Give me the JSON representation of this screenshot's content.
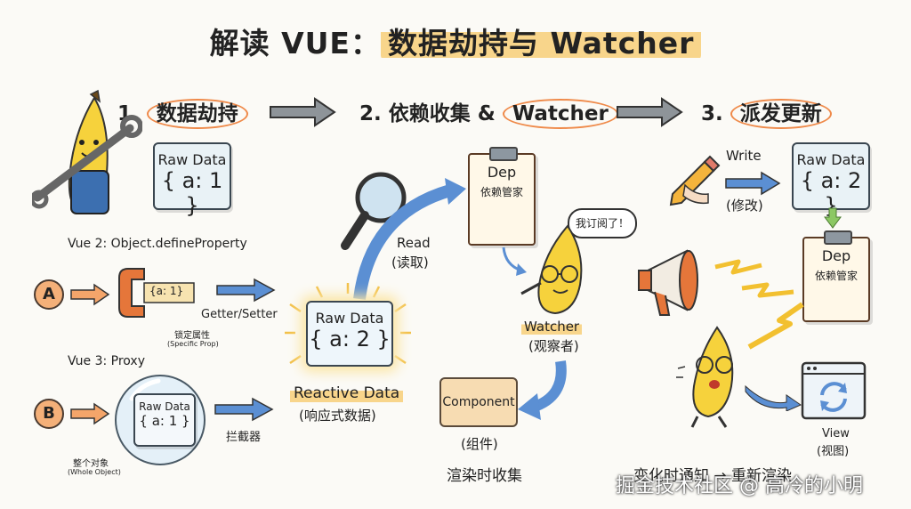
{
  "title": {
    "prefix": "解读 VUE：",
    "highlight": "数据劫持与 Watcher"
  },
  "steps": [
    {
      "num": "1.",
      "label": "数据劫持"
    },
    {
      "num": "2.",
      "label": "依赖收集 &",
      "label_circled": "Watcher"
    },
    {
      "num": "3.",
      "label": "派发更新"
    }
  ],
  "section1": {
    "raw": {
      "header": "Raw Data",
      "value": "{ a: 1 }"
    },
    "vue2_label": "Vue 2: Object.defineProperty",
    "badge_a": "A",
    "clamp_value": "{a: 1}",
    "getter_setter": "Getter/Setter",
    "specific_cn": "锁定属性",
    "specific_en": "(Specific Prop)",
    "vue3_label": "Vue 3: Proxy",
    "badge_b": "B",
    "bubble_header": "Raw Data",
    "bubble_value": "{ a: 1 }",
    "whole_cn": "整个对象",
    "whole_en": "(Whole Object)",
    "interceptor": "拦截器"
  },
  "section2": {
    "reactive_header": "Raw Data",
    "reactive_value": "{ a: 2 }",
    "reactive_label": "Reactive Data",
    "reactive_cn": "(响应式数据)",
    "read": "Read",
    "read_cn": "(读取)",
    "dep_title": "Dep",
    "dep_sub": "依赖管家",
    "speech": "我订阅了！",
    "watcher": "Watcher",
    "watcher_cn": "(观察者)",
    "component": "Component",
    "component_cn": "(组件)",
    "caption": "渲染时收集"
  },
  "section3": {
    "write": "Write",
    "write_cn": "(修改)",
    "raw_header": "Raw Data",
    "raw_value": "{ a: 2 }",
    "dep_title": "Dep",
    "dep_sub": "依赖管家",
    "view": "View",
    "view_cn": "(视图)",
    "caption": "变化时通知 → 重新渲染"
  },
  "watermark": "掘金技术社区 @ 高冷的小明",
  "colors": {
    "accent": "#ef8a4a",
    "arrow_blue": "#5b8fd3",
    "highlight": "#f8d58b",
    "card": "#e9f2f6"
  }
}
